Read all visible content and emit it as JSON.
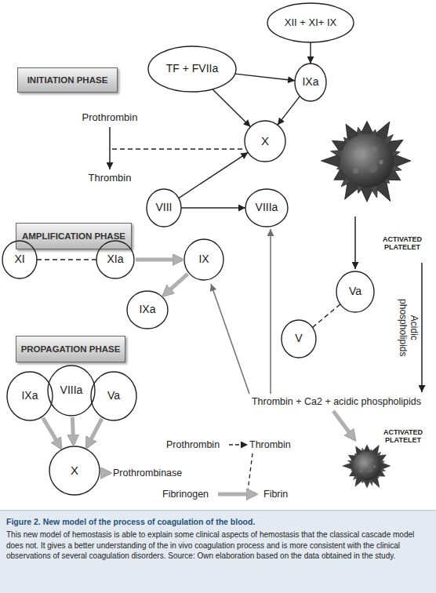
{
  "diagram": {
    "title": "Figure 2. New model of the process of coagulation of the blood.",
    "caption": "This new model of hemostasis is able to explain some clinical aspects of hemostasis that the classical cascade model does not. It gives a better understanding of the in vivo coagulation process and is more consistent with the clinical observations of several coagulation disorders. Source: Own elaboration based on the data obtained in the study.",
    "nodes": [
      {
        "text": [
          "XII + XI+ IX"
        ]
      },
      {
        "text": [
          "INITIATION PHASE"
        ]
      },
      {
        "text": [
          "TF + FVIIa"
        ]
      },
      {
        "text": [
          "IXa"
        ]
      },
      {
        "text": [
          "X"
        ]
      },
      {
        "text": [
          "VIII"
        ]
      },
      {
        "text": [
          "VIIIa"
        ]
      },
      {
        "text": [
          "AMPLIFICATION PHASE"
        ]
      },
      {
        "text": [
          "XI"
        ]
      },
      {
        "text": [
          "XIa"
        ]
      },
      {
        "text": [
          "IX"
        ]
      },
      {
        "text": [
          "Va"
        ]
      },
      {
        "text": [
          "IXa"
        ]
      },
      {
        "text": [
          "V"
        ]
      },
      {
        "text": [
          "PROPAGATION PHASE"
        ]
      },
      {
        "text": [
          "IXa"
        ]
      },
      {
        "text": [
          "VIIIa"
        ]
      },
      {
        "text": [
          "Va"
        ]
      },
      {
        "text": [
          "X"
        ]
      }
    ],
    "edges": [
      {
        "from": 0,
        "to": 3,
        "arrow": "to"
      },
      {
        "from": 2,
        "to": 3,
        "arrow": "to"
      },
      {
        "from": 2,
        "to": 4,
        "arrow": "to"
      },
      {
        "from": 3,
        "to": 4,
        "arrow": "to"
      },
      {
        "from": 5,
        "to": 4,
        "arrow": "to"
      },
      {
        "from": 5,
        "to": 6,
        "arrow": "to"
      },
      {
        "from": 8,
        "to": 9,
        "arrow": "none"
      },
      {
        "from": 9,
        "to": 10,
        "arrow": "to"
      },
      {
        "from": 10,
        "to": 12,
        "arrow": "to"
      },
      {
        "from": 13,
        "to": 11,
        "arrow": "none"
      },
      {
        "from": 15,
        "to": 18,
        "arrow": "to"
      },
      {
        "from": 16,
        "to": 18,
        "arrow": "to"
      },
      {
        "from": 17,
        "to": 18,
        "arrow": "to"
      }
    ],
    "labels": [
      "Prothrombin",
      "Thrombin",
      "ACTIVATED PLATELET",
      "Acidic phospholipids",
      "Thrombin + Ca2 + acidic phospholipids",
      "ACTIVATED PLATELET",
      "Prothrombin",
      "Thrombin",
      "Prothrombinase",
      "Fibrinogen",
      "Fibrin"
    ]
  }
}
